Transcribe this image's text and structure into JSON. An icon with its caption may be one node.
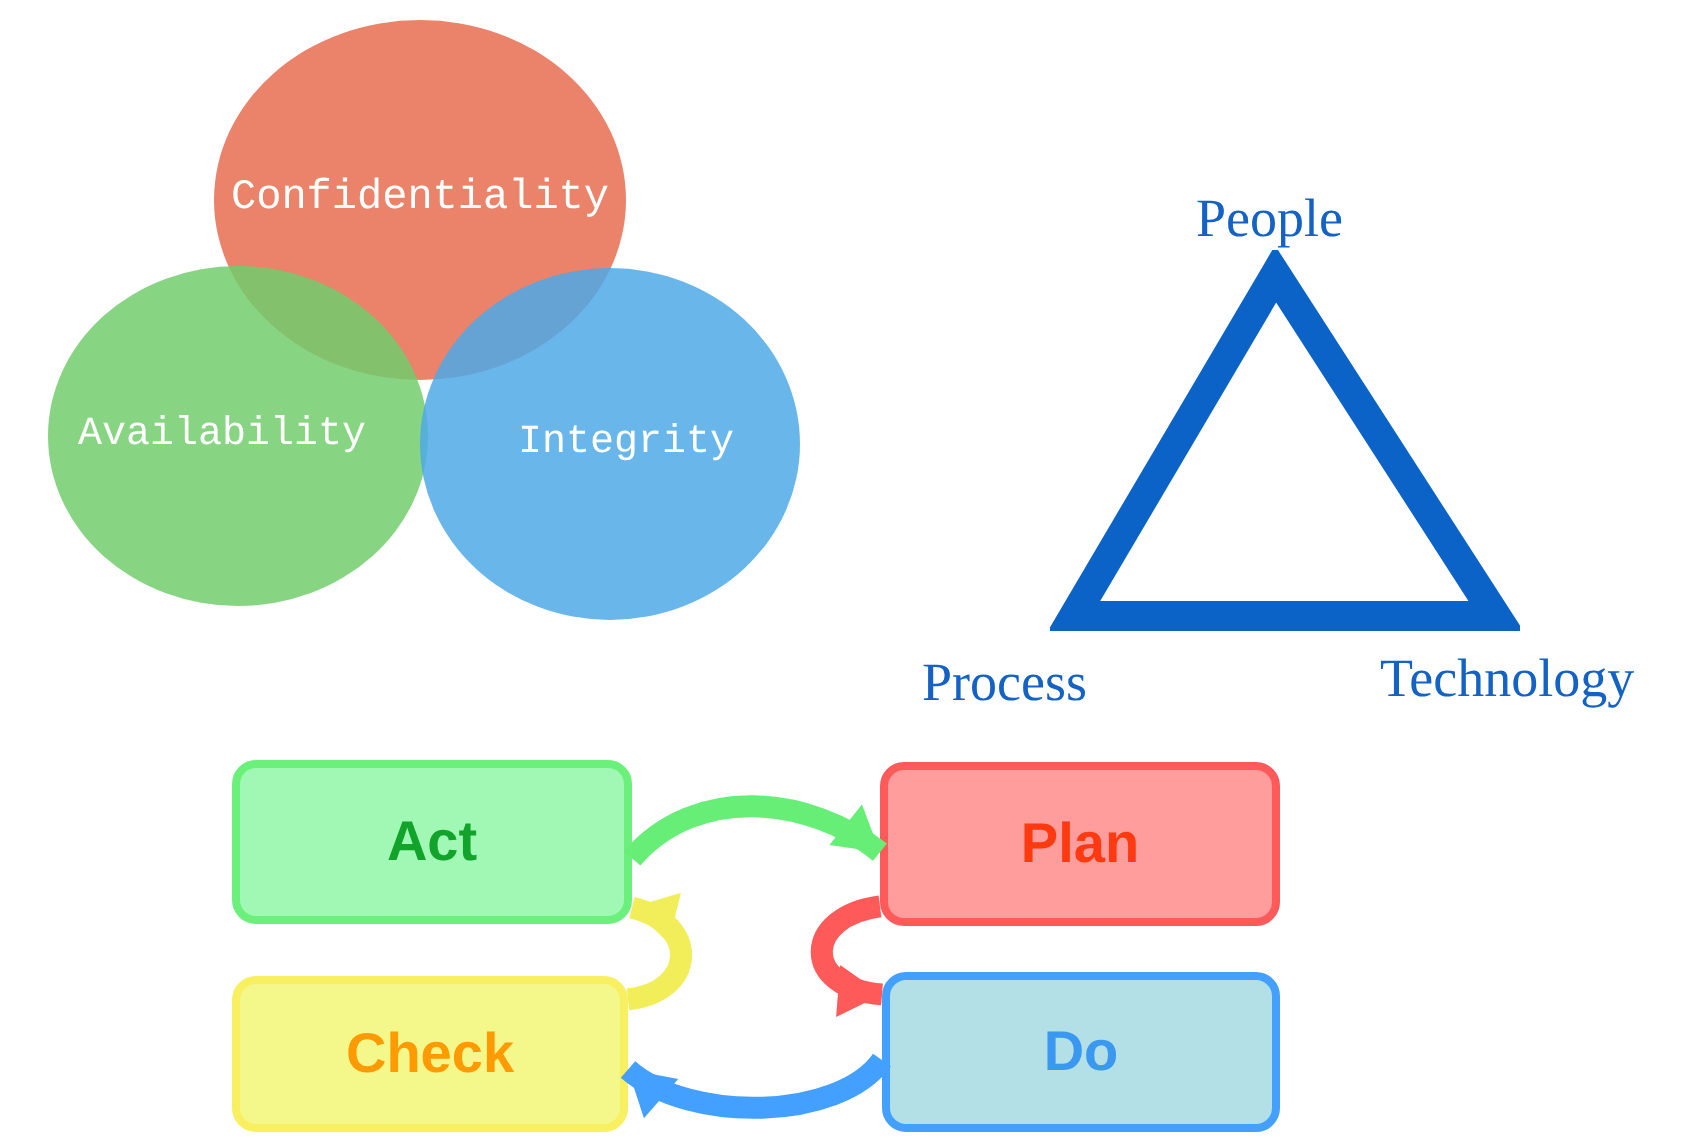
{
  "diagram": {
    "nodes": [
      {
        "text": [
          "Confidentiality"
        ]
      },
      {
        "text": [
          "Availability"
        ]
      },
      {
        "text": [
          "Integrity"
        ]
      },
      {
        "text": [],
        "shape": "triangle",
        "beside": [
          "People",
          "Process",
          "Technology"
        ]
      },
      {
        "text": [
          "Act"
        ]
      },
      {
        "text": [
          "Plan"
        ]
      },
      {
        "text": [
          "Check"
        ]
      },
      {
        "text": [
          "Do"
        ]
      }
    ],
    "edges": [
      {
        "from": 4,
        "to": 5,
        "arrow": "to",
        "color": "#66ee77"
      },
      {
        "from": 5,
        "to": 7,
        "arrow": "to",
        "color": "#ff5a5a"
      },
      {
        "from": 7,
        "to": 6,
        "arrow": "to",
        "color": "#44a0ff"
      },
      {
        "from": 6,
        "to": 4,
        "arrow": "to",
        "color": "#f2ee5a"
      }
    ]
  }
}
